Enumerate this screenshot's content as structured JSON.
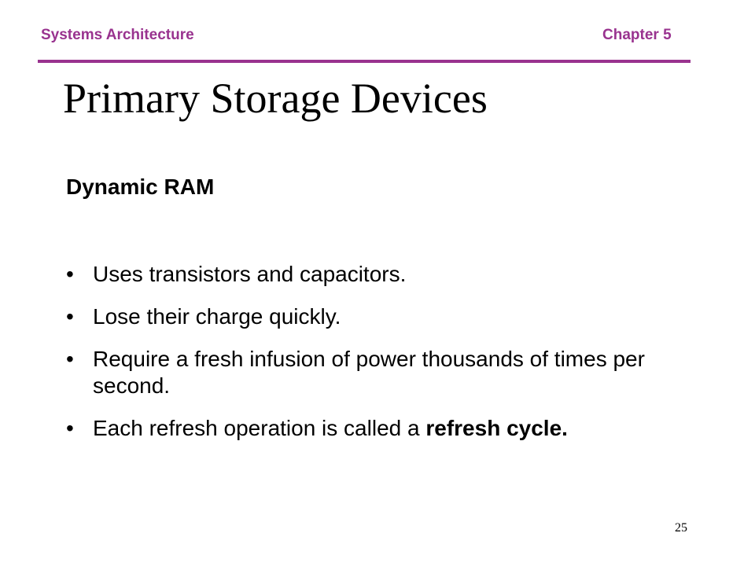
{
  "header": {
    "course": "Systems Architecture",
    "chapter": "Chapter 5",
    "accent_color": "#99338f"
  },
  "title": "Primary Storage Devices",
  "subheading": "Dynamic RAM",
  "bullets": [
    {
      "text": "Uses transistors and capacitors."
    },
    {
      "text": "Lose their charge quickly."
    },
    {
      "text": "Require a fresh infusion of power thousands of times per second."
    },
    {
      "text_before": "Each refresh operation is called a ",
      "bold_text": "refresh cycle."
    }
  ],
  "bullet_symbol": "•",
  "page_number": "25"
}
